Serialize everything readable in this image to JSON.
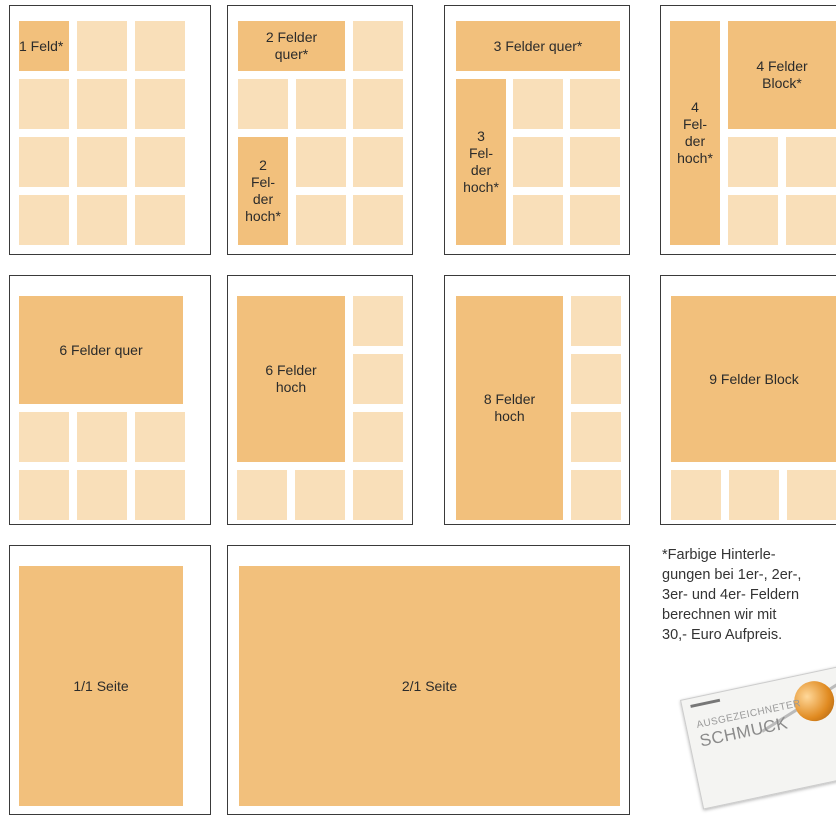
{
  "frames": [
    {
      "id": "f1",
      "cells": [
        "r0c1",
        "r0c2",
        "r1c0",
        "r1c1",
        "r1c2",
        "r2c0",
        "r2c1",
        "r2c2",
        "r3c0",
        "r3c1",
        "r3c2"
      ],
      "block_label": "1 Feld*"
    },
    {
      "id": "f2",
      "label_top": "2 Felder quer*",
      "label_side": "2 Fel- der hoch*"
    },
    {
      "id": "f3",
      "label_top": "3 Felder quer*",
      "label_side": "3 Fel- der hoch*"
    },
    {
      "id": "f4",
      "label_side": "4 Fel- der hoch*",
      "label_block": "4 Felder Block*"
    },
    {
      "id": "f5",
      "label": "6 Felder quer"
    },
    {
      "id": "f6",
      "label": "6 Felder hoch"
    },
    {
      "id": "f7",
      "label": "8 Felder hoch"
    },
    {
      "id": "f8",
      "label": "9 Felder Block"
    },
    {
      "id": "f9",
      "label": "1/1 Seite"
    },
    {
      "id": "f10",
      "label": "2/1 Seite"
    }
  ],
  "labels": {
    "one_field": "1 Feld*",
    "two_quer": "2 Felder\nquer*",
    "two_hoch": "2\nFel-\nder\nhoch*",
    "three_quer": "3 Felder quer*",
    "three_hoch": "3\nFel-\nder\nhoch*",
    "four_hoch": "4\nFel-\nder\nhoch*",
    "four_block": "4 Felder\nBlock*",
    "six_quer": "6 Felder quer",
    "six_hoch": "6 Felder\nhoch",
    "eight_hoch": "8 Felder\nhoch",
    "nine_block": "9 Felder Block",
    "full_page": "1/1 Seite",
    "double_page": "2/1 Seite"
  },
  "note": {
    "line1": "*Farbige Hinterle-",
    "line2": "gungen bei 1er-, 2er-,",
    "line3": "3er- und 4er- Feldern",
    "line4": "berechnen wir mit",
    "line5": "30,- Euro Aufpreis."
  },
  "magazine": {
    "headline_small": "AUSGEZEICHNETER",
    "headline_big": "SCHMUCK"
  },
  "colors": {
    "block": "#f2c07c",
    "cell": "#f9dfb9",
    "frame_border": "#3a3a3a"
  }
}
